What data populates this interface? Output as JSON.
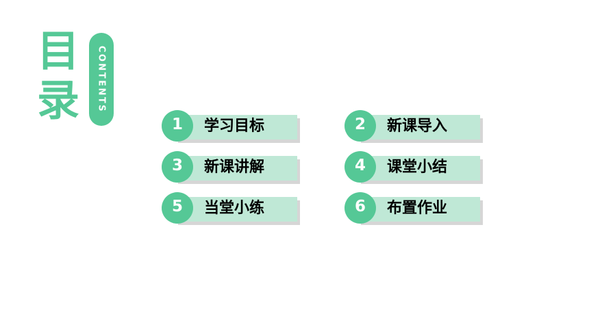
{
  "title": {
    "char1": "目",
    "char2": "录",
    "subtitle": "CONTENTS"
  },
  "colors": {
    "accent": "#55c896",
    "bar": "#bfe8d6",
    "shadow": "#d6d6d6"
  },
  "items": [
    {
      "number": "1",
      "label": "学习目标"
    },
    {
      "number": "2",
      "label": "新课导入"
    },
    {
      "number": "3",
      "label": "新课讲解"
    },
    {
      "number": "4",
      "label": "课堂小结"
    },
    {
      "number": "5",
      "label": "当堂小练"
    },
    {
      "number": "6",
      "label": "布置作业"
    }
  ]
}
